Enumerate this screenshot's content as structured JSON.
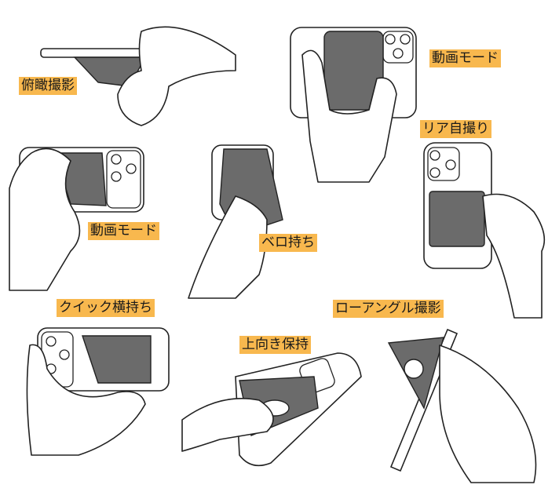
{
  "labels": {
    "overhead": "俯瞰撮影",
    "video_mode_top": "動画モード",
    "rear_selfie": "リア自撮り",
    "video_mode_mid": "動画モード",
    "tongue_grip": "ベロ持ち",
    "quick_landscape": "クイック横持ち",
    "low_angle": "ローアングル撮影",
    "upward_hold": "上向き保持"
  },
  "colors": {
    "label_bg": "#f8b84e",
    "stand": "#6b6b6b"
  }
}
